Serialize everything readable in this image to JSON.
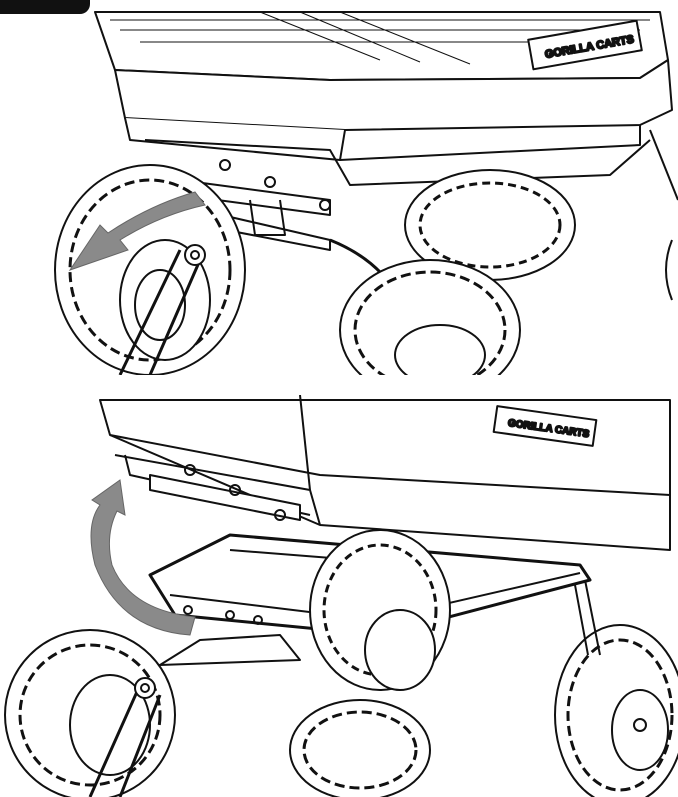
{
  "illustrations": [
    {
      "id": "step-1",
      "brand_logo_text": "GORILLA CARTS",
      "arrow_icon": "curved-arrow-left",
      "arrow_color": "#8a8a8a"
    },
    {
      "id": "step-2",
      "brand_logo_text": "GORILLA CARTS",
      "arrow_icon": "curved-arrow-up",
      "arrow_color": "#8a8a8a"
    }
  ],
  "colors": {
    "line": "#111111",
    "fill": "#ffffff",
    "arrow": "#8a8a8a"
  }
}
